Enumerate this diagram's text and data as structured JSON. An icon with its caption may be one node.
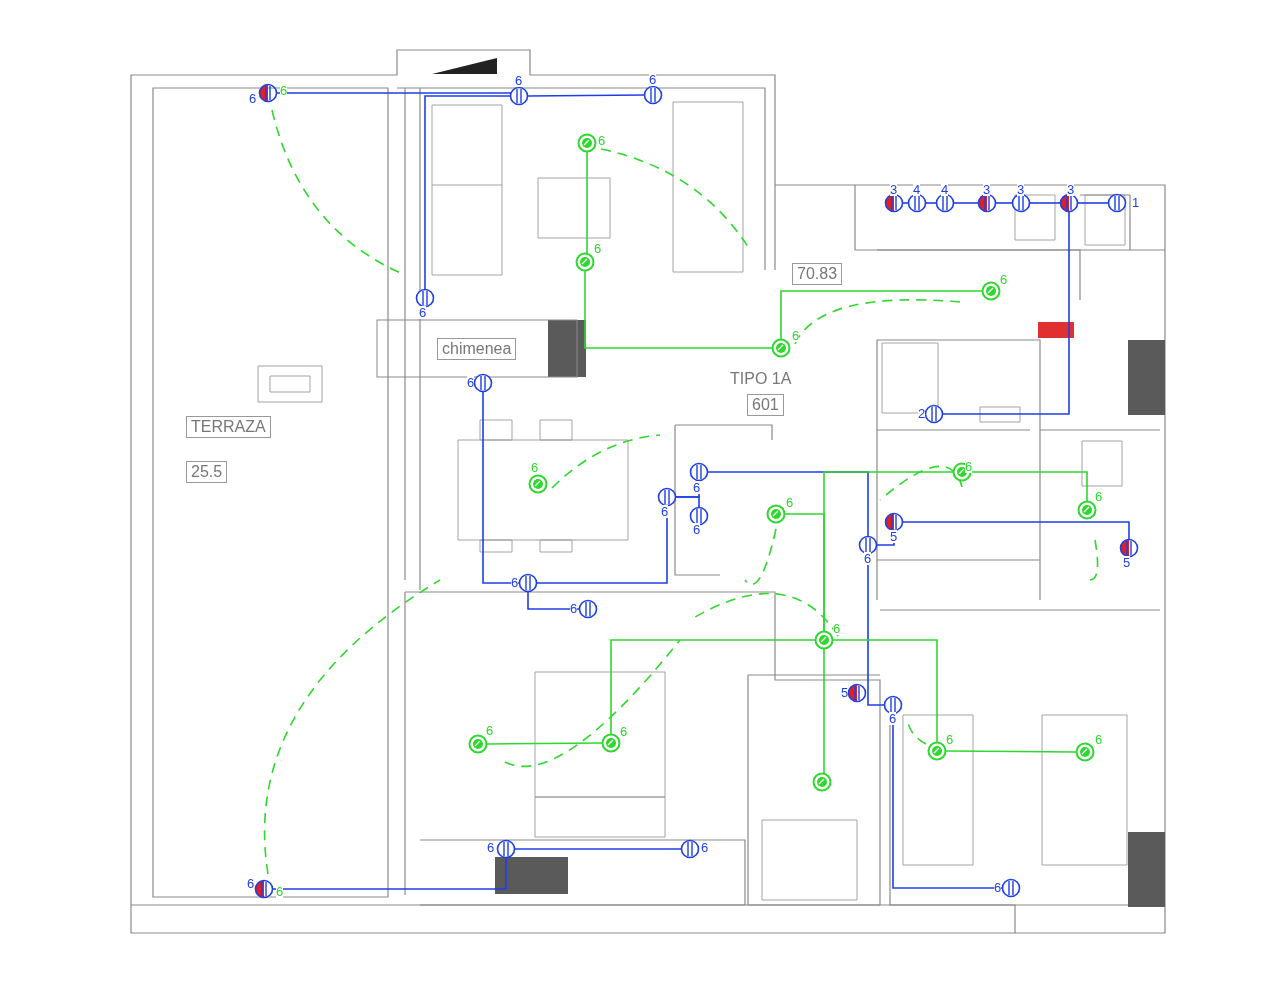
{
  "diagram": {
    "nodes": [
      {
        "text": [],
        "shape": "circle",
        "beside": [
          "6",
          "6"
        ]
      },
      {
        "text": [],
        "shape": "circle",
        "beside": [
          "6"
        ]
      },
      {
        "text": [],
        "shape": "circle",
        "beside": [
          "6"
        ]
      },
      {
        "text": [],
        "shape": "circle",
        "beside": [
          "6"
        ]
      },
      {
        "text": [],
        "shape": "circle",
        "beside": [
          "6"
        ]
      },
      {
        "text": [],
        "shape": "circle",
        "beside": [
          "6"
        ]
      },
      {
        "text": [],
        "shape": "circle",
        "beside": [
          "6"
        ]
      },
      {
        "text": [],
        "shape": "circle",
        "beside": [
          "6"
        ]
      },
      {
        "text": [],
        "shape": "circle",
        "beside": [
          "3"
        ]
      },
      {
        "text": [],
        "shape": "circle",
        "beside": [
          "4"
        ]
      },
      {
        "text": [],
        "shape": "circle",
        "beside": [
          "4"
        ]
      },
      {
        "text": [],
        "shape": "circle",
        "beside": [
          "3"
        ]
      },
      {
        "text": [],
        "shape": "circle",
        "beside": [
          "3"
        ]
      },
      {
        "text": [],
        "shape": "circle",
        "beside": [
          "3"
        ]
      },
      {
        "text": [],
        "shape": "circle",
        "beside": [
          "1"
        ]
      },
      {
        "text": [],
        "shape": "circle",
        "beside": [
          "6"
        ]
      },
      {
        "text": [],
        "shape": "circle",
        "beside": [
          "2"
        ]
      },
      {
        "text": [],
        "shape": "circle",
        "beside": [
          "6"
        ]
      },
      {
        "text": [],
        "shape": "circle",
        "beside": [
          "6"
        ]
      },
      {
        "text": [],
        "shape": "circle",
        "beside": [
          "6"
        ]
      },
      {
        "text": [],
        "shape": "circle",
        "beside": [
          "6"
        ]
      },
      {
        "text": [],
        "shape": "circle",
        "beside": [
          "6"
        ]
      },
      {
        "text": [],
        "shape": "circle",
        "beside": [
          "6"
        ]
      },
      {
        "text": [],
        "shape": "circle",
        "beside": [
          "5"
        ]
      },
      {
        "text": [],
        "shape": "circle",
        "beside": [
          "6"
        ]
      },
      {
        "text": [],
        "shape": "circle",
        "beside": [
          "6"
        ]
      },
      {
        "text": [],
        "shape": "circle",
        "beside": [
          "5"
        ]
      },
      {
        "text": [],
        "shape": "circle",
        "beside": [
          "6"
        ]
      },
      {
        "text": [],
        "shape": "circle",
        "beside": [
          "6"
        ]
      },
      {
        "text": [],
        "shape": "circle",
        "beside": [
          "6"
        ]
      },
      {
        "text": [],
        "shape": "circle",
        "beside": [
          "5"
        ]
      },
      {
        "text": [],
        "shape": "circle",
        "beside": [
          "6"
        ]
      },
      {
        "text": [],
        "shape": "circle",
        "beside": [
          "6"
        ]
      },
      {
        "text": [],
        "shape": "circle",
        "beside": [
          "6"
        ]
      },
      {
        "text": [],
        "shape": "circle",
        "beside": [
          "6"
        ]
      },
      {
        "text": [],
        "shape": "circle",
        "beside": [
          "6"
        ]
      },
      {
        "text": [],
        "shape": "circle"
      },
      {
        "text": [],
        "shape": "circle",
        "beside": [
          "6"
        ]
      },
      {
        "text": [],
        "shape": "circle",
        "beside": [
          "6"
        ]
      },
      {
        "text": [],
        "shape": "circle",
        "beside": [
          "6",
          "6"
        ]
      },
      {
        "text": [],
        "shape": "circle",
        "beside": [
          "6"
        ]
      }
    ],
    "edges": [
      {
        "from": 0,
        "to": 1,
        "arrow": "none"
      },
      {
        "from": 1,
        "to": 2,
        "arrow": "none"
      },
      {
        "from": 1,
        "to": 5,
        "arrow": "none"
      },
      {
        "from": 3,
        "to": 4,
        "arrow": "none",
        "color": "#2ed82e"
      },
      {
        "from": 4,
        "to": 6,
        "arrow": "none",
        "color": "#2ed82e"
      },
      {
        "from": 6,
        "to": 7,
        "arrow": "none",
        "color": "#2ed82e"
      },
      {
        "from": 8,
        "to": 9,
        "arrow": "none"
      },
      {
        "from": 9,
        "to": 10,
        "arrow": "none"
      },
      {
        "from": 10,
        "to": 11,
        "arrow": "none"
      },
      {
        "from": 11,
        "to": 12,
        "arrow": "none"
      },
      {
        "from": 12,
        "to": 13,
        "arrow": "none"
      },
      {
        "from": 13,
        "to": 14,
        "arrow": "none"
      },
      {
        "from": 16,
        "to": 13,
        "arrow": "none"
      },
      {
        "from": 15,
        "to": 27,
        "arrow": "none"
      },
      {
        "from": 27,
        "to": 28,
        "arrow": "none"
      },
      {
        "from": 27,
        "to": 18,
        "arrow": "none"
      },
      {
        "from": 18,
        "to": 19,
        "arrow": "none"
      },
      {
        "from": 18,
        "to": 20,
        "arrow": "none"
      },
      {
        "from": 19,
        "to": 25,
        "arrow": "none"
      },
      {
        "from": 25,
        "to": 23,
        "arrow": "none"
      },
      {
        "from": 23,
        "to": 26,
        "arrow": "none"
      },
      {
        "from": 25,
        "to": 31,
        "arrow": "none"
      },
      {
        "from": 31,
        "to": 40,
        "arrow": "none"
      },
      {
        "from": 37,
        "to": 38,
        "arrow": "none"
      },
      {
        "from": 37,
        "to": 39,
        "arrow": "none"
      },
      {
        "from": 21,
        "to": 29,
        "arrow": "none",
        "color": "#2ed82e"
      },
      {
        "from": 29,
        "to": 33,
        "arrow": "none",
        "color": "#2ed82e"
      },
      {
        "from": 32,
        "to": 33,
        "arrow": "none",
        "color": "#2ed82e"
      },
      {
        "from": 29,
        "to": 34,
        "arrow": "none",
        "color": "#2ed82e"
      },
      {
        "from": 34,
        "to": 35,
        "arrow": "none",
        "color": "#2ed82e"
      },
      {
        "from": 29,
        "to": 22,
        "arrow": "none",
        "color": "#2ed82e"
      },
      {
        "from": 22,
        "to": 24,
        "arrow": "none",
        "color": "#2ed82e"
      },
      {
        "from": 29,
        "to": 36,
        "arrow": "none",
        "color": "#2ed82e"
      }
    ],
    "labels": [
      "70.83",
      "chimenea",
      "TIPO 1A",
      "601",
      "TERRAZA",
      "25.5"
    ]
  }
}
